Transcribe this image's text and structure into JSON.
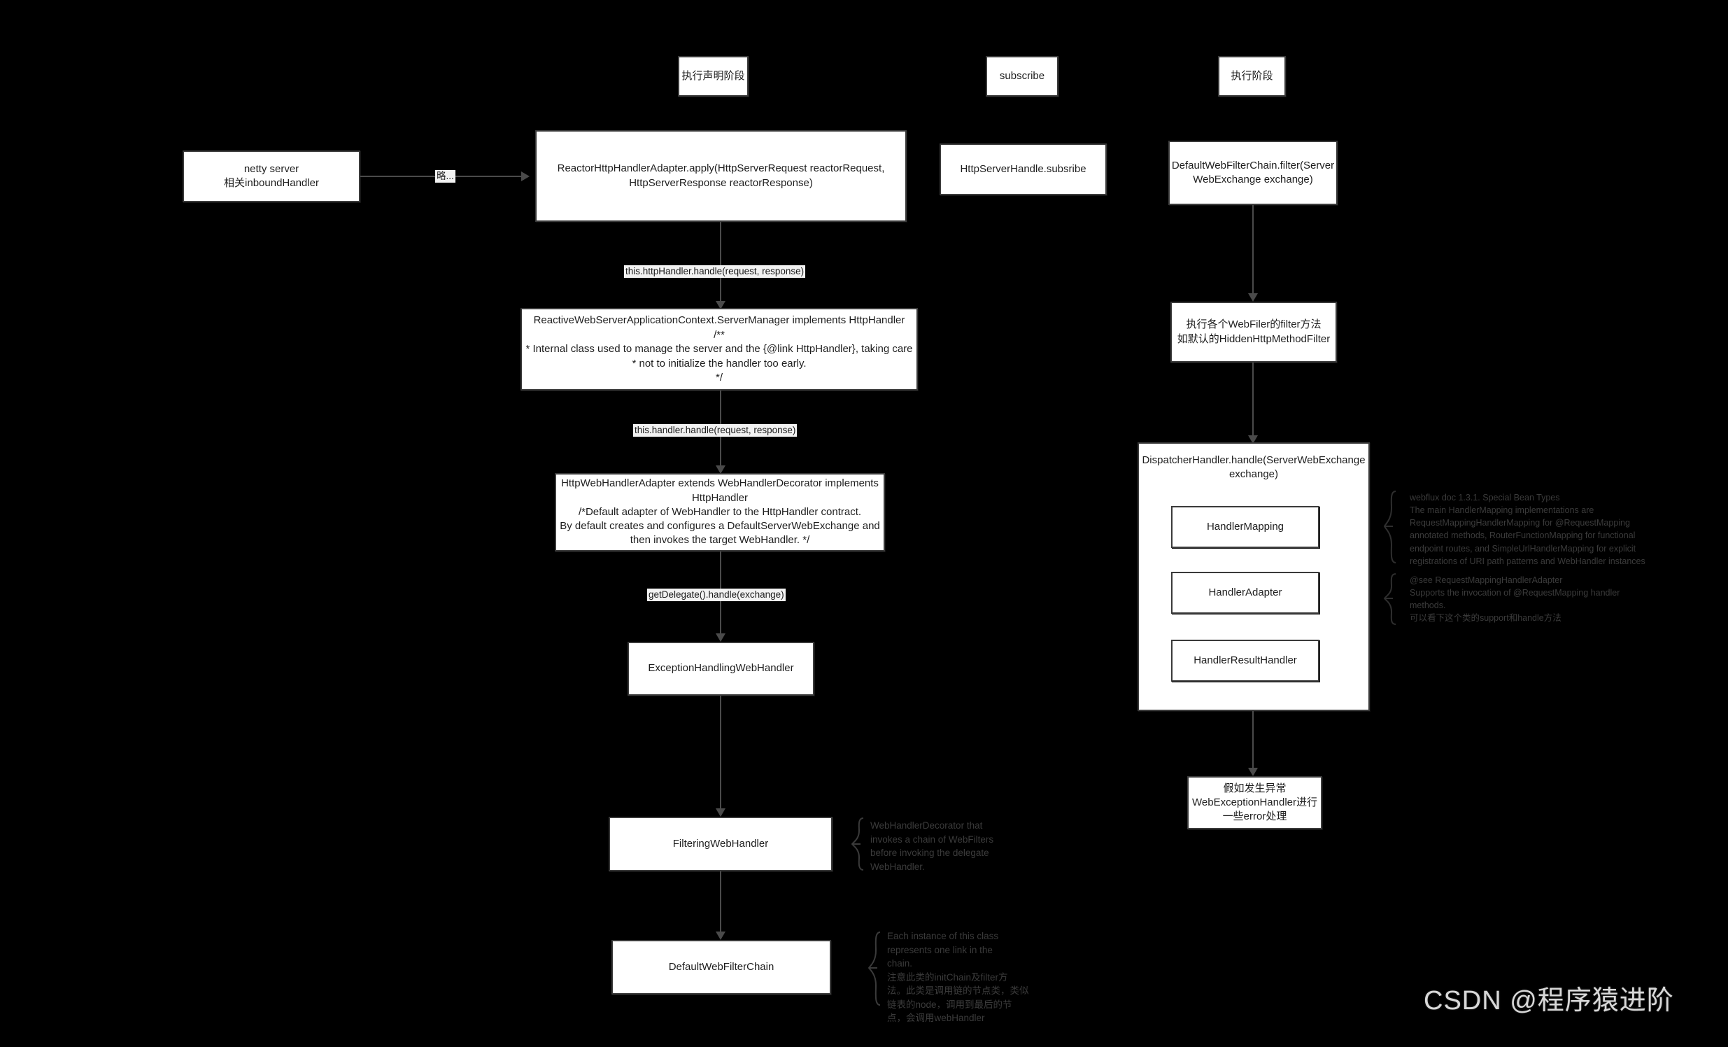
{
  "diagram": {
    "title": "Spring WebFlux request handling flow",
    "background_color": "#000000",
    "node_fill": "#ffffff",
    "node_border": "#3a3a3a",
    "edge_color": "#4a4a4a",
    "annotation_color": "#3b3b3b"
  },
  "phases": {
    "declare": "执行声明阶段",
    "subscribe": "subscribe",
    "execute": "执行阶段"
  },
  "nodes": {
    "netty_server": {
      "line1": "netty server",
      "line2": "相关inboundHandler"
    },
    "reactor_adapter": {
      "line1": "ReactorHttpHandlerAdapter.apply(HttpServerRequest reactorRequest,",
      "line2": "HttpServerResponse reactorResponse)"
    },
    "server_manager": {
      "title": "ReactiveWebServerApplicationContext.ServerManager implements HttpHandler",
      "comment1": "/**",
      "comment2": "* Internal class used to manage the server and the {@link HttpHandler}, taking care",
      "comment3": "* not to initialize the handler too early.",
      "comment4": "*/"
    },
    "http_web_handler_adapter": {
      "title1": "HttpWebHandlerAdapter extends WebHandlerDecorator implements",
      "title2": "HttpHandler",
      "comment1": "/*Default adapter of WebHandler to the HttpHandler contract.",
      "comment2": "By default creates and configures a DefaultServerWebExchange and",
      "comment3": "then invokes the target WebHandler. */"
    },
    "exception_handling_web_handler": {
      "label": "ExceptionHandlingWebHandler"
    },
    "filtering_web_handler": {
      "label": "FilteringWebHandler"
    },
    "default_web_filter_chain_left": {
      "label": "DefaultWebFilterChain"
    },
    "http_server_handle": {
      "label": "HttpServerHandle.subsribe"
    },
    "default_web_filter_chain_filter": {
      "line1": "DefaultWebFilterChain.filter(Server",
      "line2": "WebExchange exchange)"
    },
    "web_filter_exec": {
      "line1": "执行各个WebFiler的filter方法",
      "line2": "如默认的HiddenHttpMethodFilter"
    },
    "dispatcher_handler": {
      "title1": "DispatcherHandler.handle(ServerWebExchange",
      "title2": "exchange)",
      "children": [
        {
          "label": "HandlerMapping"
        },
        {
          "label": "HandlerAdapter"
        },
        {
          "label": "HandlerResultHandler"
        }
      ]
    },
    "web_exception_handler": {
      "line1": "假如发生异常",
      "line2": "WebExceptionHandler进行",
      "line3": "一些error处理"
    }
  },
  "edge_labels": {
    "omitted": "略...",
    "http_handler_handle": "this.httpHandler.handle(request, response)",
    "handler_handle": "this.handler.handle(request, response)",
    "get_delegate_handle": "getDelegate().handle(exchange)"
  },
  "annotations": {
    "filtering_web_handler": "WebHandlerDecorator that\ninvokes a chain of WebFilters\nbefore invoking the delegate\nWebHandler.",
    "default_web_filter_chain": "Each instance of this class\nrepresents one link in the\nchain.\n注意此类的initChain及filter方\n法。此类是调用链的节点类，类似\n链表的node，调用到最后的节\n点，会调用webHandler",
    "handler_mapping": "webflux doc 1.3.1. Special Bean Types\nThe main HandlerMapping implementations are\nRequestMappingHandlerMapping for @RequestMapping\nannotated methods, RouterFunctionMapping for functional\nendpoint routes, and SimpleUrlHandlerMapping for explicit\nregistrations of URI path patterns and WebHandler instances",
    "handler_adapter": "@see RequestMappingHandlerAdapter\nSupports the invocation of @RequestMapping handler\nmethods.\n可以看下这个类的support和handle方法"
  },
  "watermark": "CSDN @程序猿进阶"
}
